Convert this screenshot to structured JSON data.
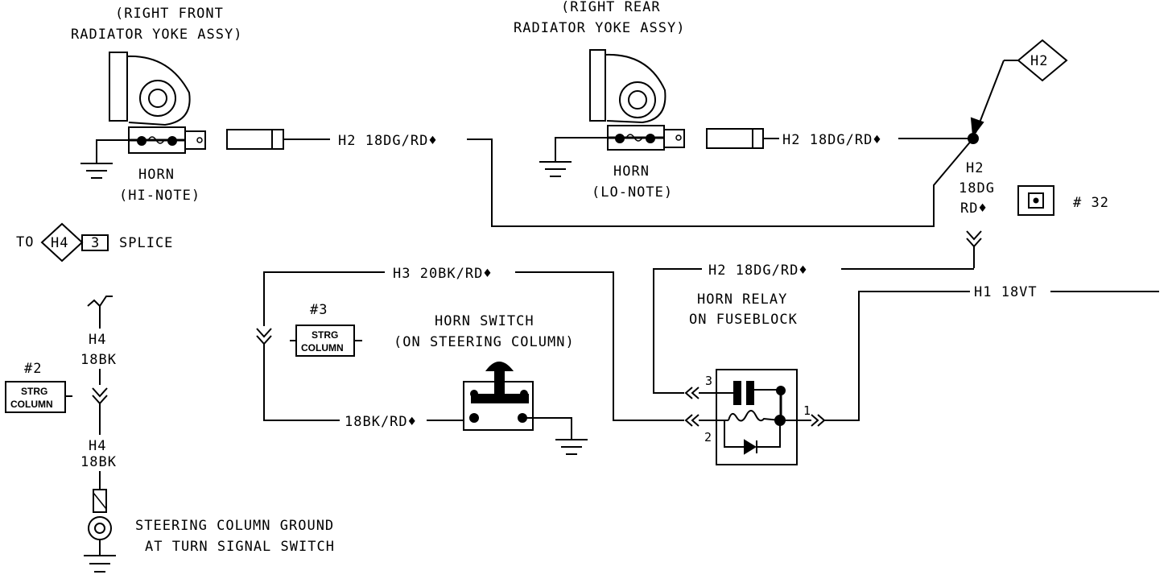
{
  "horn_hi": {
    "location_line1": "(RIGHT FRONT",
    "location_line2": "RADIATOR YOKE ASSY)",
    "name": "HORN",
    "note": "(HI-NOTE)"
  },
  "horn_lo": {
    "location_line1": "(RIGHT REAR",
    "location_line2": "RADIATOR YOKE ASSY)",
    "name": "HORN",
    "note": "(LO-NOTE)"
  },
  "wires": {
    "h2_hi": "H2 18DG/RD♦",
    "h2_lo": "H2 18DG/RD♦",
    "h2_vert_1": "H2",
    "h2_vert_2": "18DG",
    "h2_vert_3": "RD♦",
    "h2_relay": "H2 18DG/RD♦",
    "h1": "H1 18VT",
    "h3": "H3 20BK/RD♦",
    "sw_out": "18BK/RD♦",
    "h4_a_1": "H4",
    "h4_a_2": "18BK",
    "h4_b_1": "H4",
    "h4_b_2": "18BK"
  },
  "connector_h2": "H2",
  "connector_h4": "H4",
  "splice": {
    "to": "TO",
    "num": "3",
    "label": "SPLICE"
  },
  "ref_32": "# 32",
  "ref_2": {
    "num": "#2",
    "line1": "STRG",
    "line2": "COLUMN"
  },
  "ref_3": {
    "num": "#3",
    "line1": "STRG",
    "line2": "COLUMN"
  },
  "horn_switch": {
    "line1": "HORN SWITCH",
    "line2": "(ON STEERING COLUMN)"
  },
  "horn_relay": {
    "line1": "HORN RELAY",
    "line2": "ON FUSEBLOCK",
    "pin1": "1",
    "pin2": "2",
    "pin3": "3"
  },
  "ground": {
    "line1": "STEERING COLUMN GROUND",
    "line2": "AT TURN SIGNAL SWITCH"
  }
}
